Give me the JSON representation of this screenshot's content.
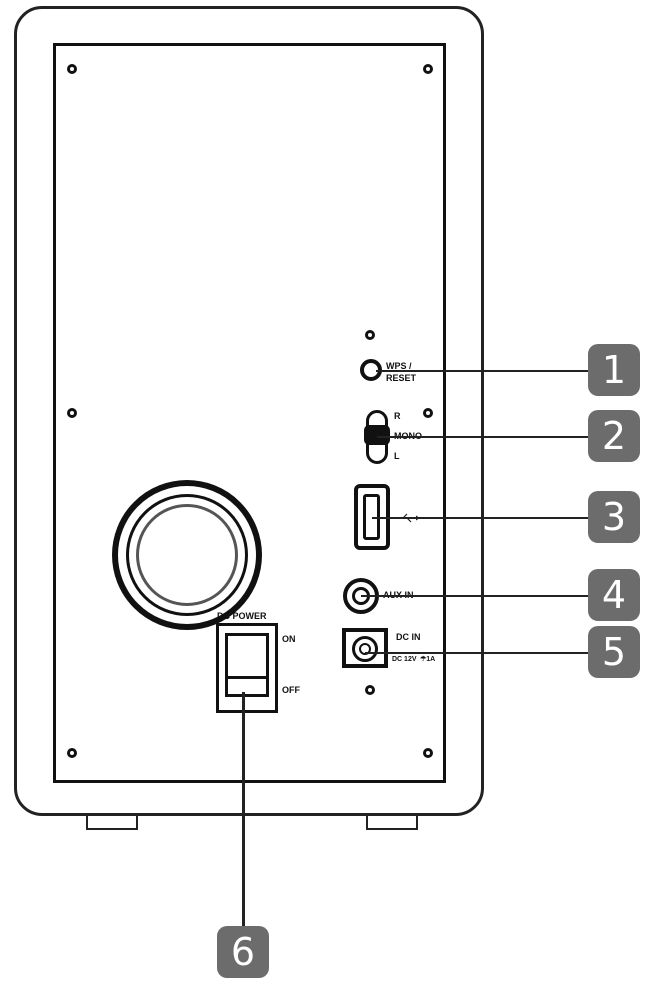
{
  "labels": {
    "wps_line1": "WPS /",
    "wps_line2": "RESET",
    "switch_r": "R",
    "switch_mono": "MONO",
    "switch_l": "L",
    "aux": "AUX IN",
    "dc_in": "DC IN",
    "dc_spec": "DC 12V",
    "dc_amp": "☂1A",
    "power_title": "DC POWER",
    "power_on": "ON",
    "power_off": "OFF"
  },
  "callouts": [
    "1",
    "2",
    "3",
    "4",
    "5",
    "6"
  ],
  "colors": {
    "callout_bg": "#6c6c6c",
    "callout_text": "#ffffff",
    "line": "#111111"
  }
}
